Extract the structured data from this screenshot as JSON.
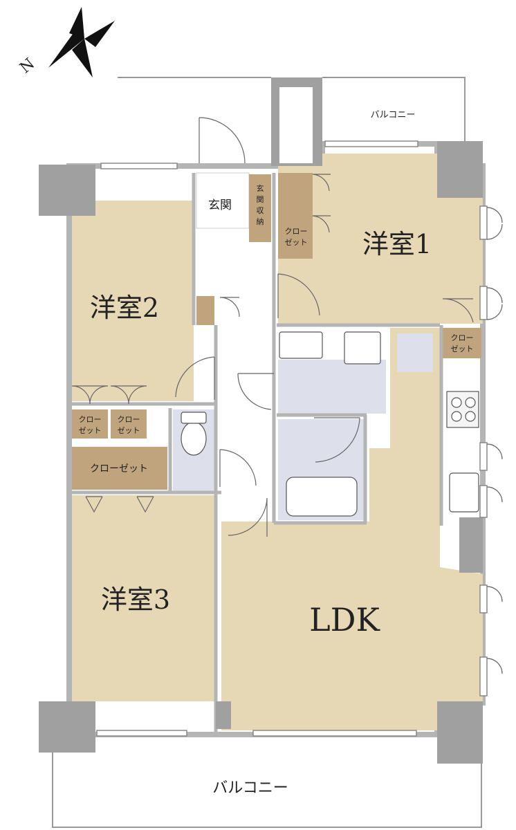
{
  "compass": {
    "north_label": "N"
  },
  "rooms": {
    "western_room_1": "洋室1",
    "western_room_2": "洋室2",
    "western_room_3": "洋室3",
    "ldk": "LDK",
    "entrance": "玄関",
    "entrance_storage": [
      "玄",
      "関",
      "収",
      "納"
    ],
    "closet_short": [
      "クロー",
      "ゼット"
    ],
    "closet": "クローゼット"
  },
  "balcony": {
    "top": "バルコニー",
    "bottom": "バルコニー"
  },
  "colors": {
    "room_fill": "#e6d7b5",
    "closet_fill": "#bfa47e",
    "wet_area_fill": "#dde0ea",
    "pillar_fill": "#a0a0a0",
    "wall": "#b4b4b4"
  }
}
